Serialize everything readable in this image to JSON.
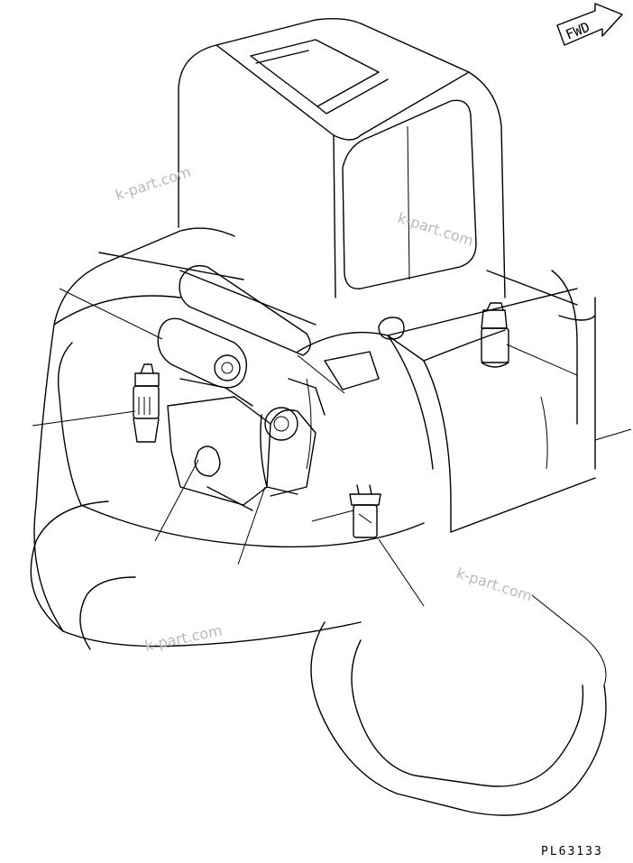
{
  "direction_label": "FWD",
  "drawing_code": "PL63133",
  "watermarks": [
    "k-part.com",
    "k-part.com",
    "k-part.com",
    "k-part.com"
  ]
}
